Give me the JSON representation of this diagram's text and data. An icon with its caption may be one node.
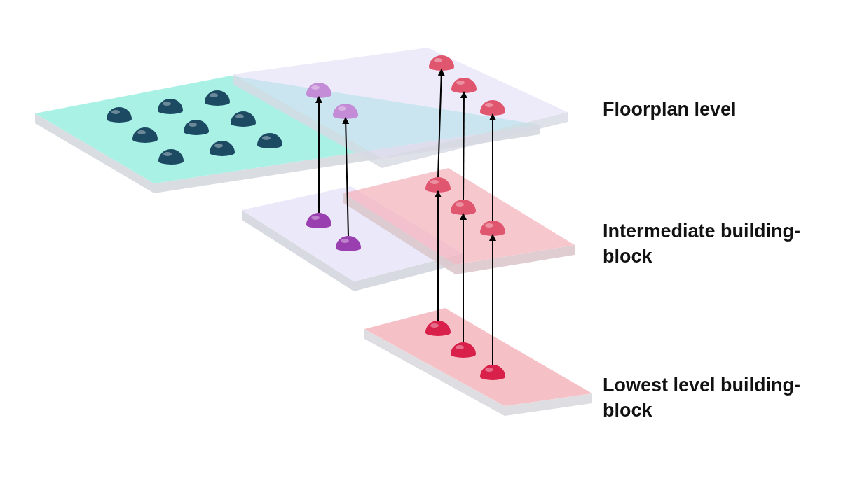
{
  "diagram": {
    "nodes": [
      {
        "text": [],
        "shape": "dome"
      },
      {
        "text": [],
        "shape": "dome"
      },
      {
        "text": [],
        "shape": "dome"
      },
      {
        "text": [],
        "shape": "dome"
      },
      {
        "text": [],
        "shape": "dome"
      },
      {
        "text": [],
        "shape": "dome"
      },
      {
        "text": [],
        "shape": "dome"
      },
      {
        "text": [],
        "shape": "dome"
      },
      {
        "text": [],
        "shape": "dome"
      },
      {
        "text": [],
        "shape": "dome"
      },
      {
        "text": [],
        "shape": "dome"
      },
      {
        "text": [],
        "shape": "dome"
      },
      {
        "text": [],
        "shape": "dome"
      },
      {
        "text": [],
        "shape": "dome"
      },
      {
        "text": [],
        "shape": "dome"
      },
      {
        "text": [],
        "shape": "dome"
      },
      {
        "text": [],
        "shape": "dome"
      },
      {
        "text": [],
        "shape": "dome"
      },
      {
        "text": [],
        "shape": "dome"
      },
      {
        "text": [],
        "shape": "dome"
      },
      {
        "text": [],
        "shape": "dome"
      },
      {
        "text": [],
        "shape": "dome"
      }
    ],
    "edges": [
      {
        "from": 14,
        "to": 9,
        "arrow": "to"
      },
      {
        "from": 15,
        "to": 10,
        "arrow": "to"
      },
      {
        "from": 16,
        "to": 11,
        "arrow": "to"
      },
      {
        "from": 17,
        "to": 12,
        "arrow": "to"
      },
      {
        "from": 18,
        "to": 13,
        "arrow": "to"
      },
      {
        "from": 19,
        "to": 16,
        "arrow": "to"
      },
      {
        "from": 20,
        "to": 17,
        "arrow": "to"
      },
      {
        "from": 21,
        "to": 18,
        "arrow": "to"
      }
    ],
    "labels": [
      "Floorplan level",
      "Intermediate building-block",
      "Lowest level building-block"
    ]
  }
}
